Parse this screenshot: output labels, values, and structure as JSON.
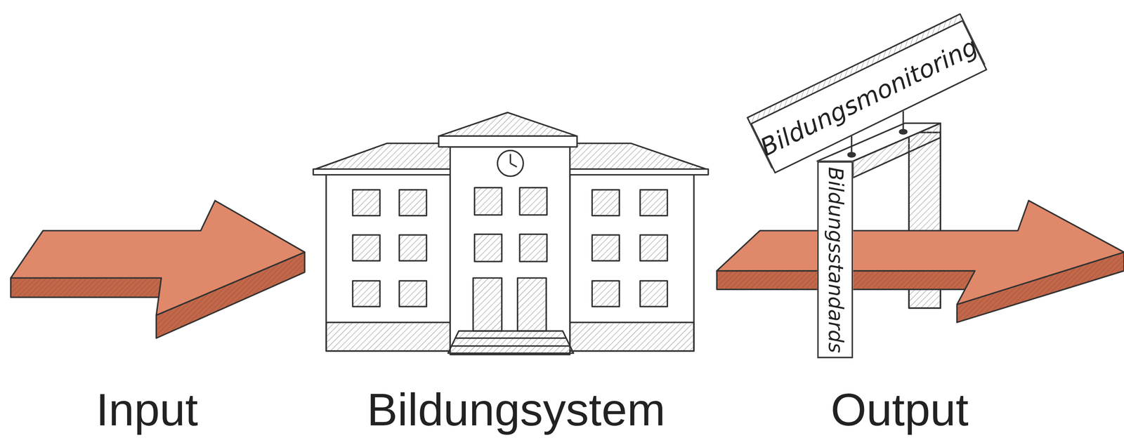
{
  "diagram": {
    "nodes": [
      {
        "text": [
          "Bildungsmonitoring"
        ]
      },
      {
        "text": [
          "Bildungsstandards"
        ]
      }
    ],
    "labels": [
      "Input",
      "Bildungsystem",
      "Output"
    ]
  }
}
